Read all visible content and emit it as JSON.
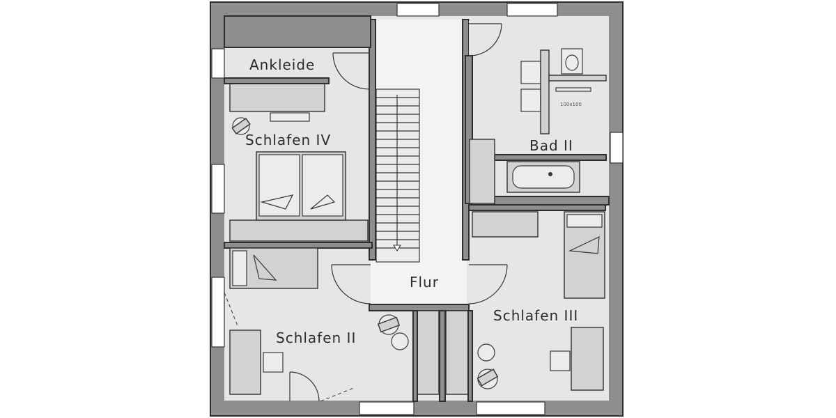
{
  "rooms": {
    "ankleide": "Ankleide",
    "schlafen_iv": "Schlafen IV",
    "bad_ii": "Bad II",
    "flur": "Flur",
    "schlafen_ii": "Schlafen II",
    "schlafen_iii": "Schlafen III"
  },
  "fixtures": {
    "shower_size": "100x100"
  },
  "colors": {
    "wall": "#8e8e8e",
    "floor": "#e6e6e6",
    "outline": "#2e2e2e"
  }
}
